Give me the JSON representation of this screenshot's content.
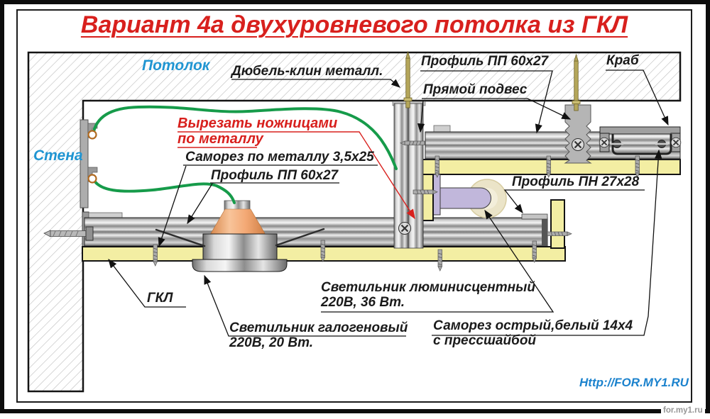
{
  "title": "Вариант 4а двухуровневого потолка из ГКЛ",
  "labels": {
    "ceiling": "Потолок",
    "wall": "Стена",
    "dowel_wedge": "Дюбель-клин металл.",
    "profile_pp_top": "Профиль ПП 60х27",
    "crab": "Краб",
    "direct_hanger": "Прямой подвес",
    "cut_line1": "Вырезать ножницами",
    "cut_line2": "по металлу",
    "screw_metal": "Саморез по металлу 3,5х25",
    "profile_pp_mid": "Профиль ПП 60х27",
    "profile_pn": "Профиль ПН 27х28",
    "gkl": "ГКЛ",
    "halogen_line1": "Светильник галогеновый",
    "halogen_line2": "220В, 20 Вт.",
    "luminescent_line1": "Светильник люминисцентный",
    "luminescent_line2": "220В, 36 Вт.",
    "screw_sharp_line1": "Саморез острый,белый 14х4",
    "screw_sharp_line2": "с прессшайбой",
    "site_url": "Http://FOR.MY1.RU",
    "watermark": "for.my1.ru"
  },
  "colors": {
    "accent_red": "#d8201d",
    "label_blue": "#2095d2",
    "gkl_yellow": "#f3eea3",
    "wire_green": "#169b4a",
    "lamp_lavender": "#c1b7db",
    "lamp_tube_cream": "#ebe4c8",
    "halogen_orange": "#f2a878",
    "metal_gray": "#c0c0c0"
  }
}
